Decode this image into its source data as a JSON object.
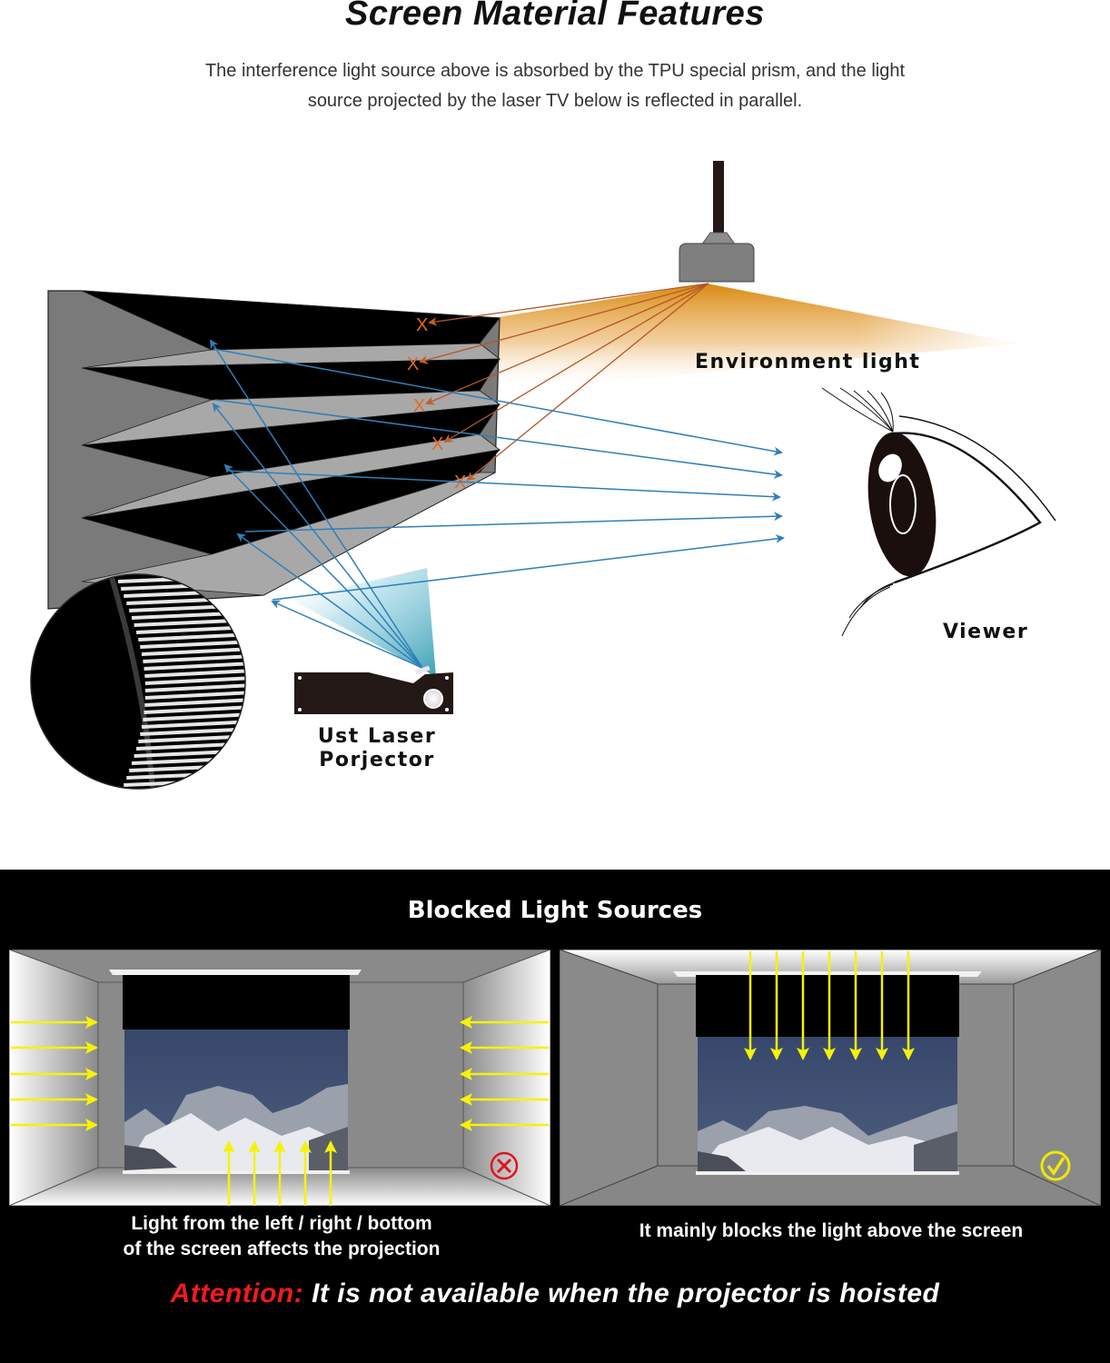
{
  "header": {
    "title": "Screen Material Features",
    "subtitle_line1": "The interference light source above is absorbed by the TPU special prism, and the light",
    "subtitle_line2": "source projected by the laser TV below is reflected in parallel."
  },
  "diagram": {
    "environment_light_label": "Environment light",
    "viewer_label": "Viewer",
    "projector_label_line1": "Ust Laser",
    "projector_label_line2": "Porjector",
    "absorbed_marker": "X",
    "absorbed_count": 5,
    "reflected_count": 5,
    "colors": {
      "ambient_ray": "#b5562a",
      "absorb_mark": "#e26a1f",
      "projector_ray": "#2f7fb8",
      "ambient_glow": "#d98a10",
      "screen_black": "#000000",
      "screen_grey": "#a8a8a8"
    }
  },
  "blocked": {
    "title": "Blocked Light Sources",
    "left_caption_line1": "Light from the left / right / bottom",
    "left_caption_line2": "of the screen affects the projection",
    "right_caption": "It mainly blocks the light above the screen",
    "left_status_icon": "cross-circle-icon",
    "right_status_icon": "check-circle-icon",
    "colors": {
      "arrow": "#f5f20a",
      "bad": "#e0141e",
      "good": "#f0e800"
    }
  },
  "attention": {
    "prefix": "Attention:",
    "text": " It is not available when the projector is hoisted"
  }
}
